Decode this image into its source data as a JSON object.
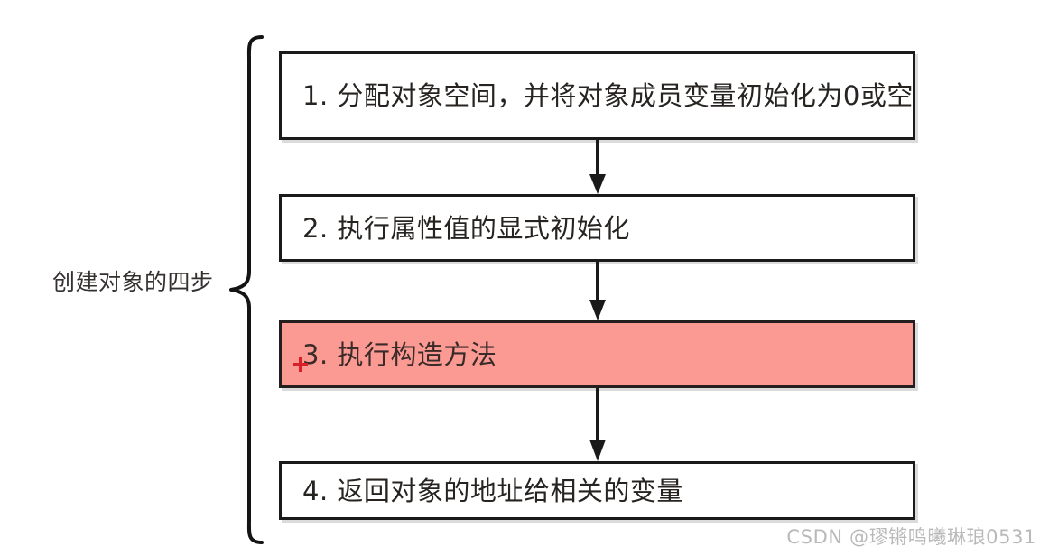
{
  "diagram": {
    "type": "flowchart",
    "group_label": "创建对象的四步",
    "brace_icon": "curly-brace-icon",
    "steps": [
      {
        "index": "1",
        "text": "1. 分配对象空间，并将对象成员变量初始化为0或空",
        "highlighted": false,
        "fill": "#ffffff"
      },
      {
        "index": "2",
        "text": "2. 执行属性值的显式初始化",
        "highlighted": false,
        "fill": "#ffffff"
      },
      {
        "index": "3",
        "text": "3. 执行构造方法",
        "highlighted": true,
        "fill": "#fa9a93"
      },
      {
        "index": "4",
        "text": "4. 返回对象的地址给相关的变量",
        "highlighted": false,
        "fill": "#ffffff"
      }
    ],
    "connectors": [
      {
        "from": "1",
        "to": "2",
        "arrow": "arrow-down-icon"
      },
      {
        "from": "2",
        "to": "3",
        "arrow": "arrow-down-icon"
      },
      {
        "from": "3",
        "to": "4",
        "arrow": "arrow-down-icon"
      }
    ],
    "cursor_marker": "red-crosshair-icon"
  },
  "colors": {
    "background": "#ffffff",
    "box_border": "#1a1a1a",
    "box_fill": "#ffffff",
    "highlight_fill": "#fa9a93",
    "text": "#262321",
    "label_text": "#33302f",
    "connector": "#1a1a1a",
    "cursor": "#d8202a",
    "watermark": "#b9b9b9"
  },
  "watermark": {
    "text": "CSDN @璆锵鸣曦琳琅0531"
  }
}
